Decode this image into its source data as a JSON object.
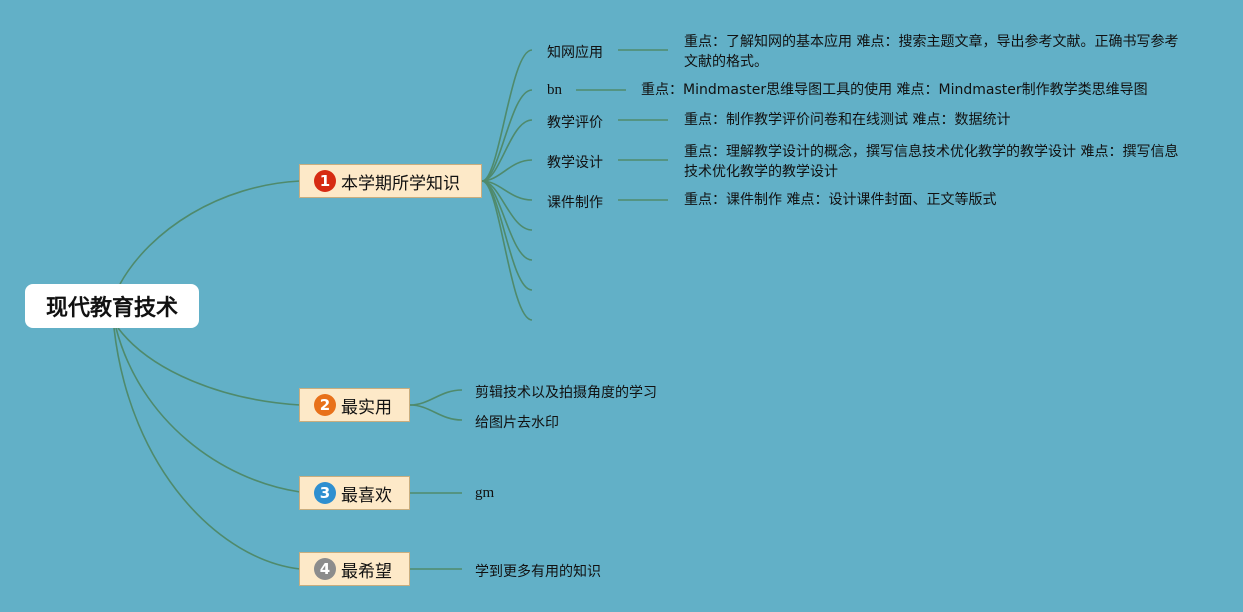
{
  "root": {
    "title": "现代教育技术"
  },
  "branches": [
    {
      "number": "1",
      "label": "本学期所学知识",
      "badge_color": "#d62b12",
      "topics": [
        {
          "label": "知网应用",
          "note": "重点：了解知网的基本应用 难点：搜索主题文章，导出参考文献。正确书写参考文献的格式。"
        },
        {
          "label": "bn",
          "note": "重点：Mindmaster思维导图工具的使用 难点：Mindmaster制作教学类思维导图"
        },
        {
          "label": "教学评价",
          "note": "重点：制作教学评价问卷和在线测试 难点：数据统计"
        },
        {
          "label": "教学设计",
          "note": "重点：理解教学设计的概念，撰写信息技术优化教学的教学设计 难点：撰写信息技术优化教学的教学设计"
        },
        {
          "label": "课件制作",
          "note": "重点：课件制作 难点：设计课件封面、正文等版式"
        }
      ]
    },
    {
      "number": "2",
      "label": "最实用",
      "badge_color": "#e8711a",
      "topics": [
        {
          "label": "剪辑技术以及拍摄角度的学习"
        },
        {
          "label": "给图片去水印"
        }
      ]
    },
    {
      "number": "3",
      "label": "最喜欢",
      "badge_color": "#2e8fd0",
      "topics": [
        {
          "label": "gm"
        }
      ]
    },
    {
      "number": "4",
      "label": "最希望",
      "badge_color": "#8c8c8c",
      "topics": [
        {
          "label": "学到更多有用的知识"
        }
      ]
    }
  ]
}
